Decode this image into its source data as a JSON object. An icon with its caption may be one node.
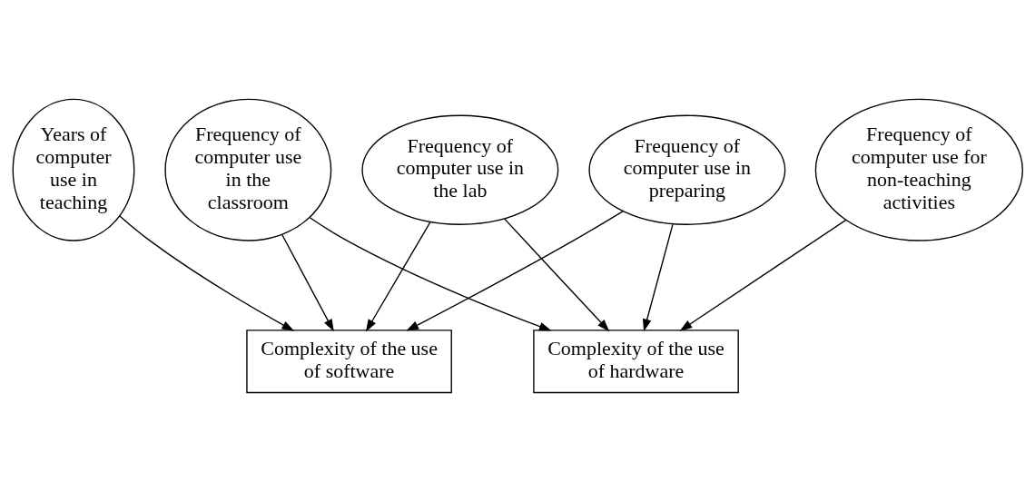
{
  "diagram": {
    "nodes": [
      {
        "text": [
          "Frequency of computer use in preparing"
        ]
      },
      {
        "text": [
          "Frequency of computer use in the lab"
        ]
      },
      {
        "text": [
          "Frequency of computer use for non-teaching activities"
        ]
      },
      {
        "text": [
          "Frequency of computer use in the classroom"
        ]
      },
      {
        "text": [
          "Years of computer use in teaching"
        ]
      },
      {
        "text": [
          "Complexity of the use of software"
        ]
      },
      {
        "text": [
          "Complexity of the use of hardware"
        ]
      }
    ],
    "edges": [
      {
        "from": 1,
        "to": 5,
        "arrow": "to"
      },
      {
        "from": 1,
        "to": 6,
        "arrow": "to"
      },
      {
        "from": 0,
        "to": 5,
        "arrow": "to"
      },
      {
        "from": 0,
        "to": 6,
        "arrow": "to"
      },
      {
        "from": 2,
        "to": 6,
        "arrow": "to"
      },
      {
        "from": 3,
        "to": 5,
        "arrow": "to"
      },
      {
        "from": 3,
        "to": 6,
        "arrow": "to"
      },
      {
        "from": 4,
        "to": 5,
        "arrow": "to"
      }
    ]
  }
}
